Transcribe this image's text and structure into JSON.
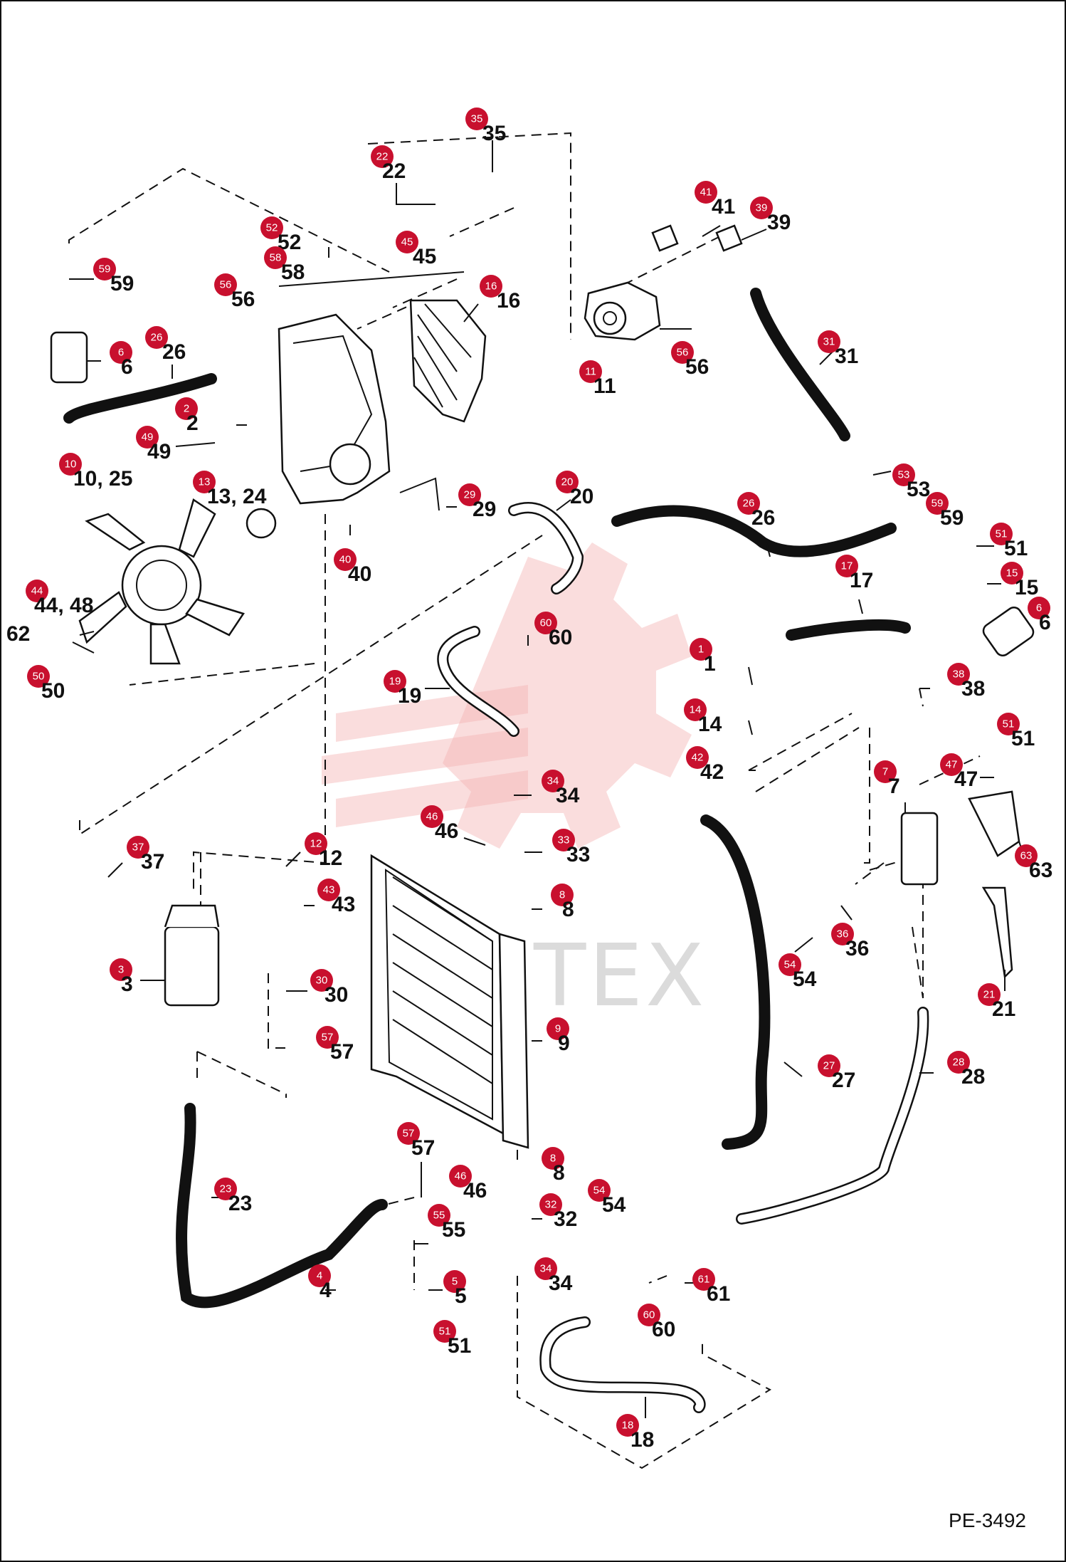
{
  "drawing_code": "PE-3492",
  "watermark_text": "ИНТЕХ",
  "badge_color": "#c8102e",
  "callouts": [
    {
      "id": "35",
      "label": "35"
    },
    {
      "id": "22",
      "label": "22"
    },
    {
      "id": "41",
      "label": "41"
    },
    {
      "id": "39",
      "label": "39"
    },
    {
      "id": "52",
      "label": "52"
    },
    {
      "id": "45",
      "label": "45"
    },
    {
      "id": "58",
      "label": "58"
    },
    {
      "id": "59",
      "label": "59"
    },
    {
      "id": "56",
      "label": "56"
    },
    {
      "id": "16",
      "label": "16"
    },
    {
      "id": "6",
      "label": "6"
    },
    {
      "id": "26",
      "label": "26"
    },
    {
      "id": "31",
      "label": "31"
    },
    {
      "id": "11",
      "label": "11"
    },
    {
      "id": "2",
      "label": "2"
    },
    {
      "id": "49",
      "label": "49"
    },
    {
      "id": "10",
      "label": "10, 25"
    },
    {
      "id": "13",
      "label": "13, 24"
    },
    {
      "id": "29",
      "label": "29"
    },
    {
      "id": "20",
      "label": "20"
    },
    {
      "id": "53",
      "label": "53"
    },
    {
      "id": "51",
      "label": "51"
    },
    {
      "id": "15",
      "label": "15"
    },
    {
      "id": "17",
      "label": "17"
    },
    {
      "id": "40",
      "label": "40"
    },
    {
      "id": "44",
      "label": "44, 48"
    },
    {
      "id": "62",
      "label": "62"
    },
    {
      "id": "50",
      "label": "50"
    },
    {
      "id": "60",
      "label": "60"
    },
    {
      "id": "19",
      "label": "19"
    },
    {
      "id": "1",
      "label": "1"
    },
    {
      "id": "38",
      "label": "38"
    },
    {
      "id": "14",
      "label": "14"
    },
    {
      "id": "42",
      "label": "42"
    },
    {
      "id": "47",
      "label": "47"
    },
    {
      "id": "7",
      "label": "7"
    },
    {
      "id": "34",
      "label": "34"
    },
    {
      "id": "46",
      "label": "46"
    },
    {
      "id": "33",
      "label": "33"
    },
    {
      "id": "63",
      "label": "63"
    },
    {
      "id": "37",
      "label": "37"
    },
    {
      "id": "12",
      "label": "12"
    },
    {
      "id": "43",
      "label": "43"
    },
    {
      "id": "8",
      "label": "8"
    },
    {
      "id": "36",
      "label": "36"
    },
    {
      "id": "54",
      "label": "54"
    },
    {
      "id": "3",
      "label": "3"
    },
    {
      "id": "30",
      "label": "30"
    },
    {
      "id": "9",
      "label": "9"
    },
    {
      "id": "21",
      "label": "21"
    },
    {
      "id": "27",
      "label": "27"
    },
    {
      "id": "28",
      "label": "28"
    },
    {
      "id": "23",
      "label": "23"
    },
    {
      "id": "57",
      "label": "57"
    },
    {
      "id": "55",
      "label": "55"
    },
    {
      "id": "32",
      "label": "32"
    },
    {
      "id": "4",
      "label": "4"
    },
    {
      "id": "5",
      "label": "5"
    },
    {
      "id": "61",
      "label": "61"
    },
    {
      "id": "18",
      "label": "18"
    }
  ]
}
